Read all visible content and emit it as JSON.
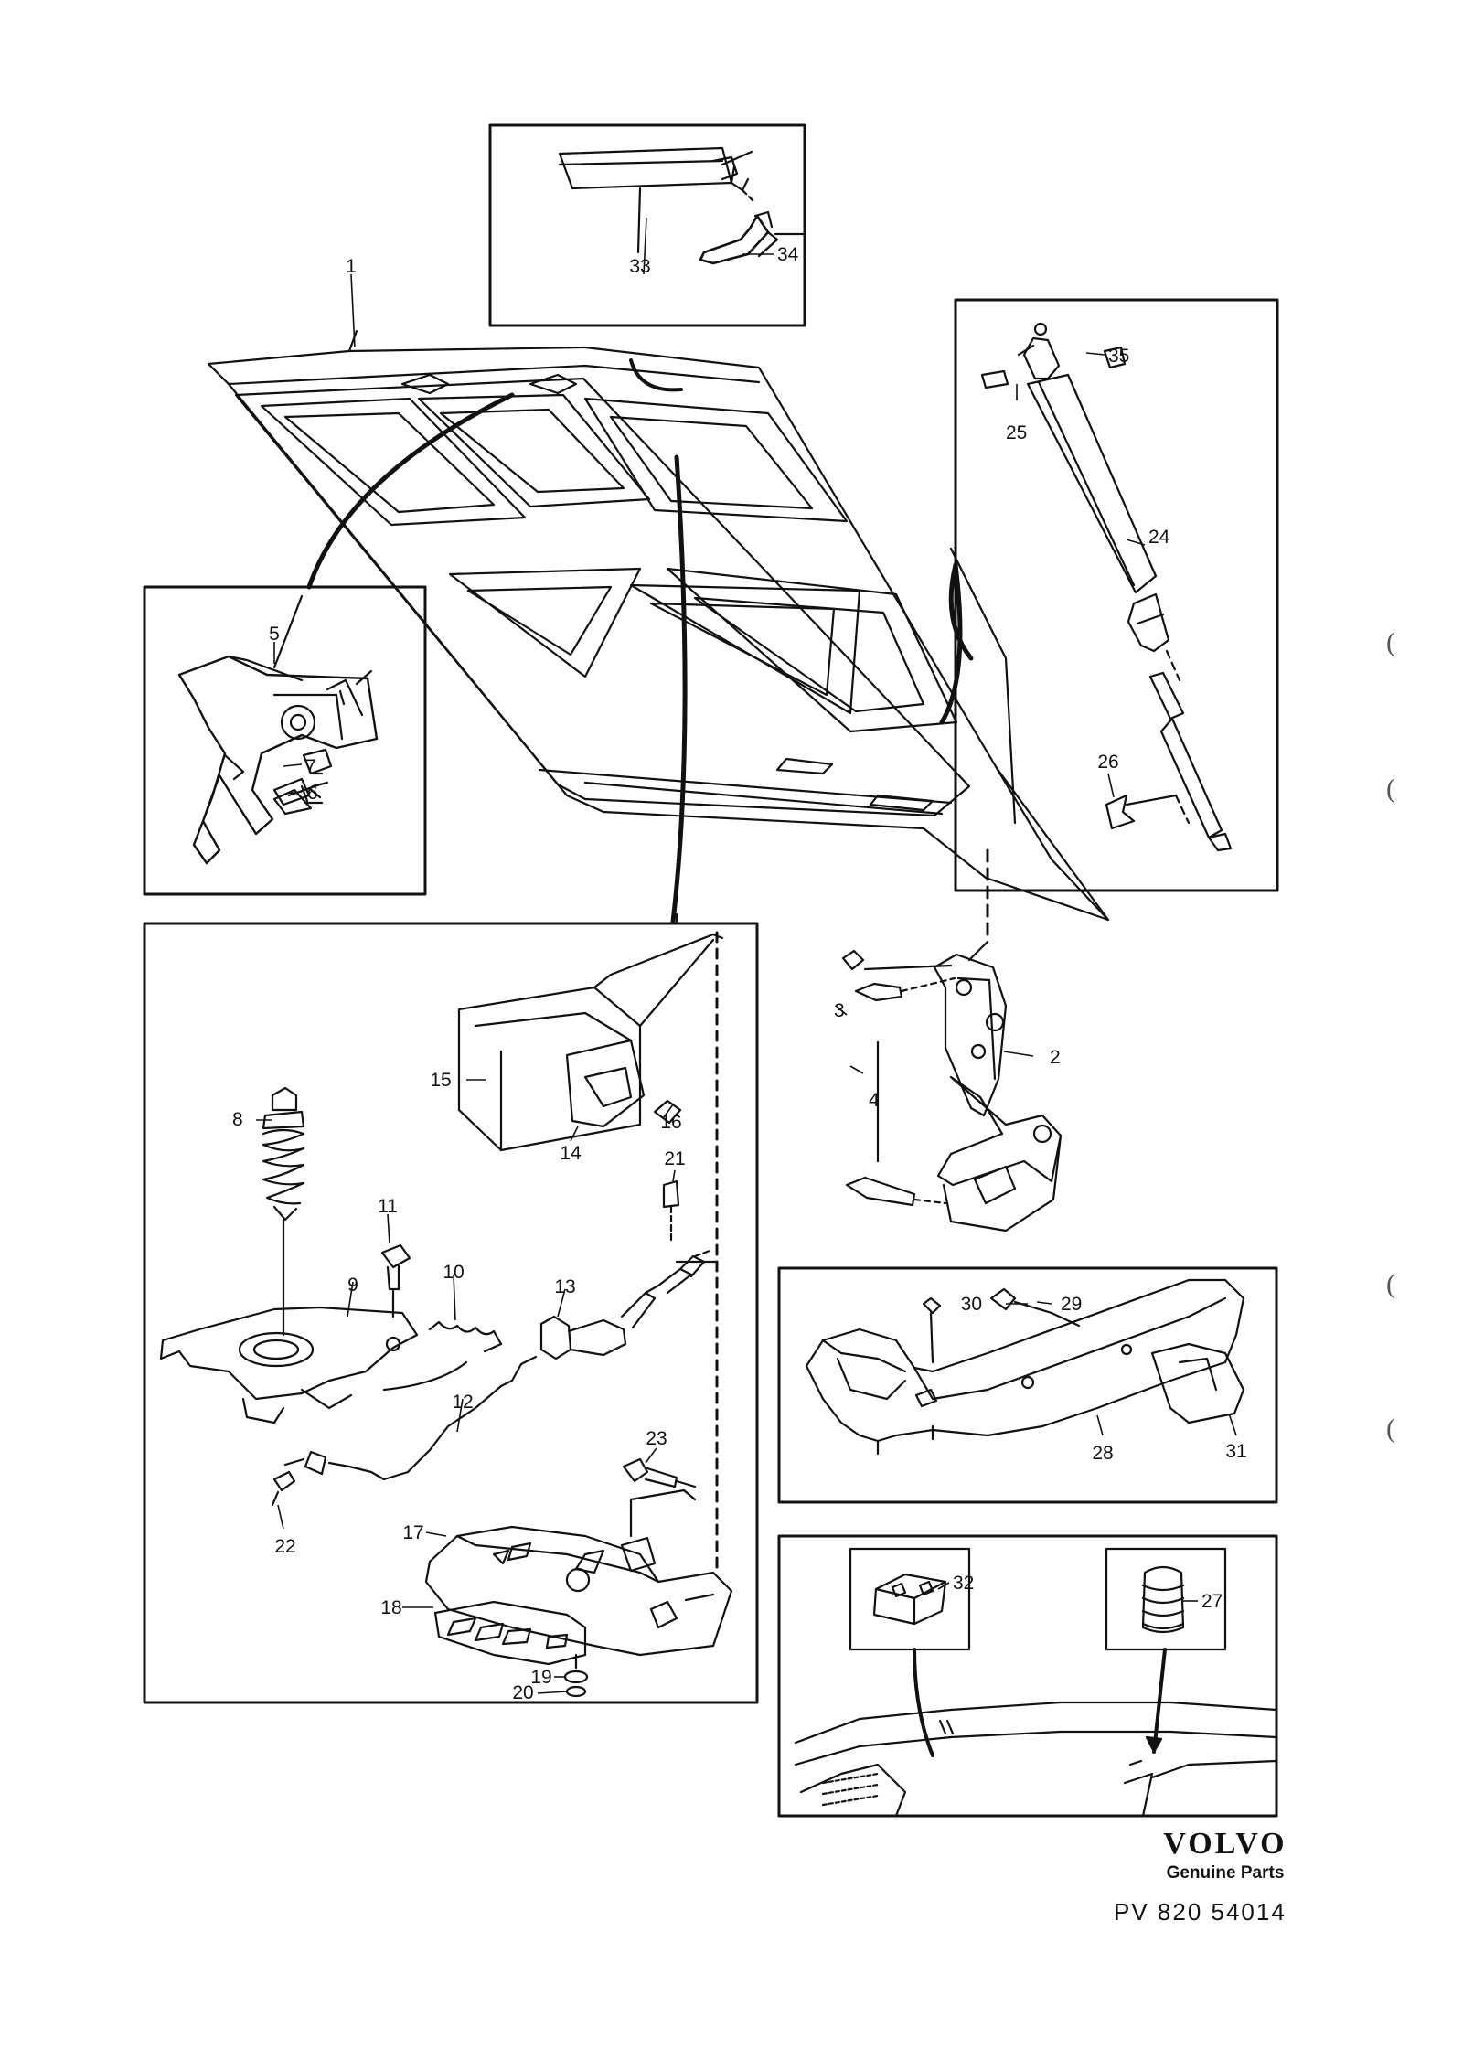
{
  "callouts": [
    "1",
    "2",
    "3",
    "4",
    "5",
    "6",
    "7",
    "8",
    "9",
    "10",
    "11",
    "12",
    "13",
    "14",
    "15",
    "16",
    "17",
    "18",
    "19",
    "20",
    "21",
    "22",
    "23",
    "24",
    "25",
    "26",
    "27",
    "28",
    "29",
    "30",
    "31",
    "32",
    "33",
    "34",
    "35"
  ],
  "brand": {
    "logo": "VOLVO",
    "subtitle": "Genuine Parts"
  },
  "doc_ref": "PV 820 54014",
  "edge_marks": [
    "(",
    "(",
    "(",
    "("
  ]
}
